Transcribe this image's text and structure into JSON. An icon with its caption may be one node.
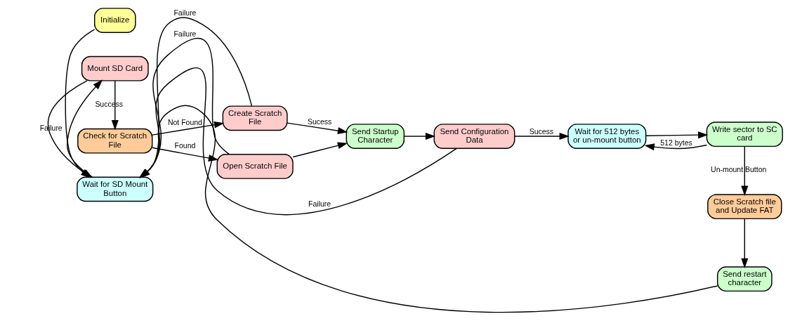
{
  "diagram": {
    "nodes": [
      {
        "text": [
          "Initialize"
        ]
      },
      {
        "text": [
          "Wait for SD Mount Button"
        ]
      },
      {
        "text": [
          "Mount SD Card"
        ]
      },
      {
        "text": [
          "Check for Scratch File"
        ]
      },
      {
        "text": [
          "Create Scratch File"
        ]
      },
      {
        "text": [
          "Open Scratch File"
        ]
      },
      {
        "text": [
          "Send Startup Character"
        ]
      },
      {
        "text": [
          "Send Configuration Data"
        ]
      },
      {
        "text": [
          "Wait for 512 bytes or un-mount button"
        ]
      },
      {
        "text": [
          "Write sector to SC card"
        ]
      },
      {
        "text": [
          "Close Scratch file and Update FAT"
        ]
      },
      {
        "text": [
          "Send restart character"
        ]
      }
    ],
    "edges": [
      {
        "from": 0,
        "to": 1,
        "arrow": "to"
      },
      {
        "from": 1,
        "to": 2,
        "arrow": "to"
      },
      {
        "from": 2,
        "to": 1,
        "arrow": "to",
        "label": "Failure"
      },
      {
        "from": 2,
        "to": 3,
        "arrow": "to",
        "label": "Success"
      },
      {
        "from": 3,
        "to": 4,
        "arrow": "to",
        "label": "Not Found"
      },
      {
        "from": 3,
        "to": 5,
        "arrow": "to",
        "label": "Found"
      },
      {
        "from": 4,
        "to": 1,
        "arrow": "to",
        "label": "Failure"
      },
      {
        "from": 5,
        "to": 1,
        "arrow": "to",
        "label": "Failure"
      },
      {
        "from": 4,
        "to": 6,
        "arrow": "to",
        "label": "Sucess"
      },
      {
        "from": 5,
        "to": 6,
        "arrow": "to"
      },
      {
        "from": 6,
        "to": 7,
        "arrow": "to"
      },
      {
        "from": 7,
        "to": 1,
        "arrow": "to",
        "label": "Failure"
      },
      {
        "from": 7,
        "to": 8,
        "arrow": "to",
        "label": "Sucess"
      },
      {
        "from": 8,
        "to": 9,
        "arrow": "to"
      },
      {
        "from": 9,
        "to": 8,
        "arrow": "to",
        "label": "512 bytes"
      },
      {
        "from": 9,
        "to": 10,
        "arrow": "to",
        "label": "Un-mount Button"
      },
      {
        "from": 10,
        "to": 11,
        "arrow": "to"
      },
      {
        "from": 11,
        "to": 1,
        "arrow": "to"
      }
    ]
  }
}
